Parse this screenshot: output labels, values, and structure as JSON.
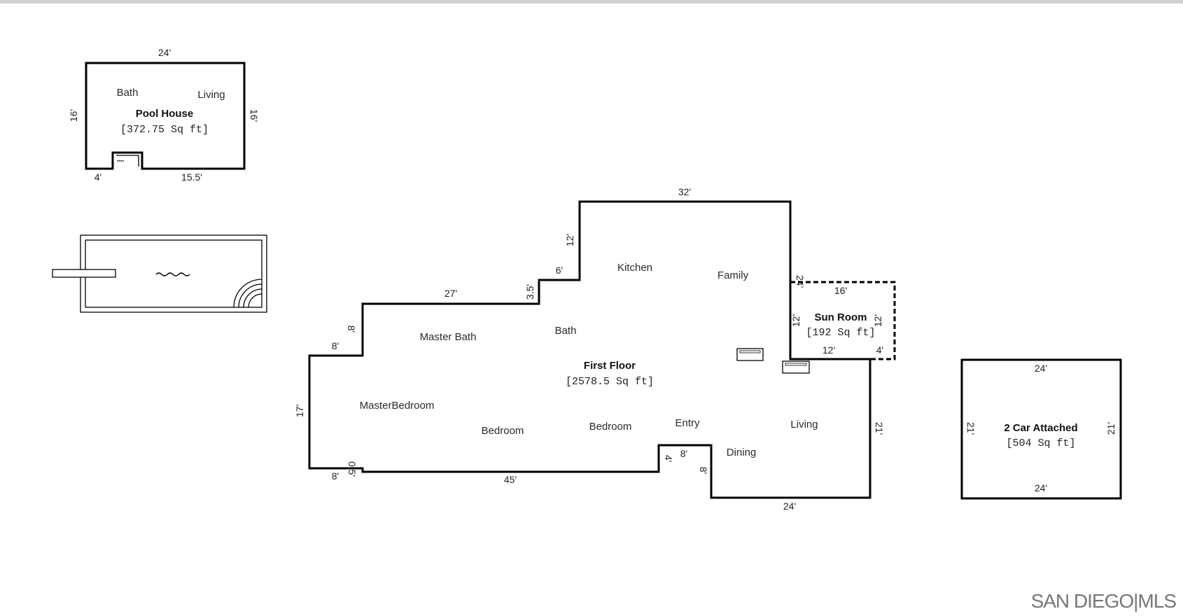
{
  "pool_house": {
    "title": "Pool House",
    "area": "[372.75 Sq ft]",
    "rooms": [
      "Bath",
      "Living"
    ],
    "dims": {
      "top": "24'",
      "left": "16'",
      "right": "16'",
      "bottom_left": "4'",
      "bottom_right": "15.5'"
    }
  },
  "first_floor": {
    "title": "First Floor",
    "area": "[2578.5 Sq ft]",
    "rooms": {
      "kitchen": "Kitchen",
      "family": "Family",
      "master_bath": "Master Bath",
      "bath": "Bath",
      "master_bedroom": "MasterBedroom",
      "bedroom_1": "Bedroom",
      "bedroom_2": "Bedroom",
      "entry": "Entry",
      "living": "Living",
      "dining": "Dining"
    },
    "dims": {
      "top": "32'",
      "upper_left": "12'",
      "step_width": "6'",
      "step_height": "3.5'",
      "mid_top": "27'",
      "mid_left": "8'",
      "step2_width": "8'",
      "left": "17'",
      "bottom_left": "8'",
      "bottom_small": "0.5'",
      "bottom": "45'",
      "notch_height": "4'",
      "notch_width": "8'",
      "notch_drop": "8'",
      "bottom_right": "24'",
      "right": "21'",
      "upper_right": "24'"
    }
  },
  "sun_room": {
    "title": "Sun Room",
    "area": "[192 Sq ft]",
    "dims": {
      "top": "16'",
      "left": "12'",
      "right": "12'",
      "bottom": "12'",
      "bottom_right": "4'"
    }
  },
  "garage": {
    "title": "2 Car Attached",
    "area": "[504 Sq ft]",
    "dims": {
      "top": "24'",
      "bottom": "24'",
      "left": "21'",
      "right": "21'"
    }
  },
  "logo": {
    "text": "SAN DIEGO|MLS"
  }
}
